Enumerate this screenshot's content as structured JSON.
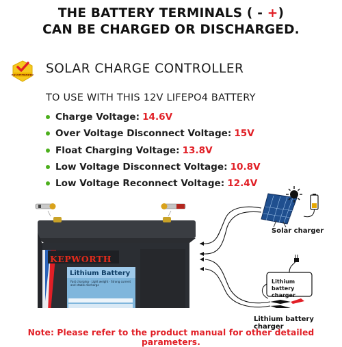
{
  "headline": {
    "line1_text": "THE BATTERY TERMINALS (",
    "line1_minus": "-",
    "line1_plus": "+",
    "line1_close": ")",
    "line2": "CAN BE CHARGED OR DISCHARGED."
  },
  "badge": {
    "text": "RECOMMENDED",
    "color": "#f0c419",
    "check_color": "#e11f26",
    "icon": "check-badge-icon"
  },
  "section": {
    "title": "SOLAR CHARGE CONTROLLER",
    "subtitle": "TO USE WITH THIS 12V LIFEPO4 BATTERY"
  },
  "specs": [
    {
      "label": "Charge Voltage:",
      "value": "14.6V"
    },
    {
      "label": "Over Voltage Disconnect Voltage:",
      "value": "15V"
    },
    {
      "label": "Float Charging Voltage:",
      "value": "13.8V"
    },
    {
      "label": "Low Voltage Disconnect Voltage:",
      "value": "10.8V"
    },
    {
      "label": "Low Voltage Reconnect Voltage:",
      "value": "12.4V"
    }
  ],
  "battery": {
    "brand": "KEPWORTH",
    "title": "Lithium Battery",
    "fine_print": "Fast charging · Light weight · Strong current and stable discharge"
  },
  "devices": {
    "solar_label": "Solar charger",
    "charger_box_text": "Lithium battery charger",
    "charger_label": "Lithium battery charger"
  },
  "note": "Note: Please refer to the product manual for other detailed parameters.",
  "colors": {
    "accent_red": "#e11f26",
    "bullet_green": "#4caf1c",
    "battery_body": "#2b2e33",
    "panel_blue": "#1f4f8f"
  }
}
